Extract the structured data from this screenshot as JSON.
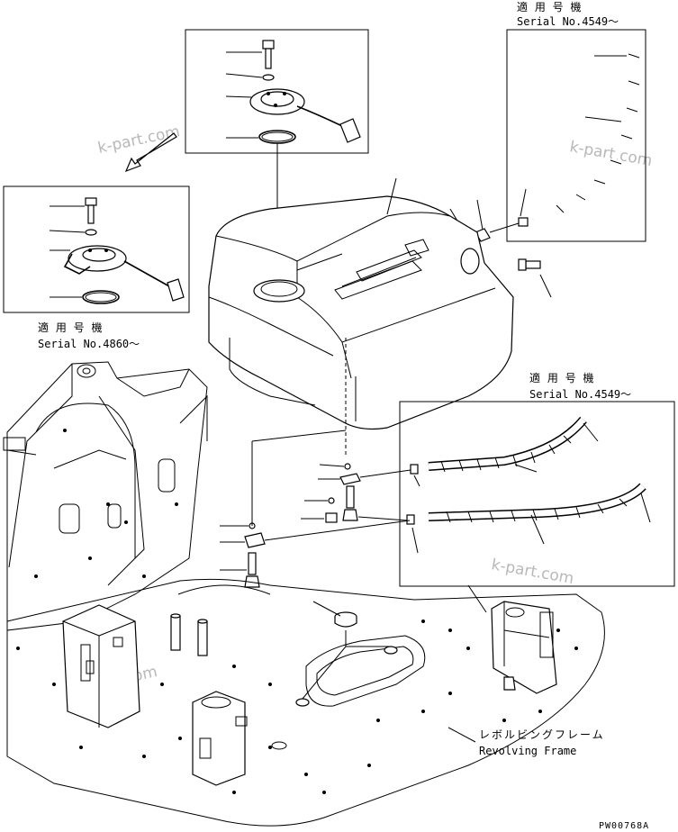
{
  "callouts": {
    "top_right": {
      "jp": "適 用 号 機",
      "serial": "Serial No.4549～"
    },
    "left": {
      "jp": "適 用 号 機",
      "serial": "Serial No.4860～"
    },
    "mid_right": {
      "jp": "適 用 号 機",
      "serial": "Serial No.4549～"
    }
  },
  "frame_label": {
    "jp": "レボルビングフレーム",
    "en": "Revolving Frame"
  },
  "drawing_code": "PW00768A",
  "watermarks": [
    "k-part.com",
    "k-part.com",
    "k-part.com",
    "k-part.com"
  ]
}
